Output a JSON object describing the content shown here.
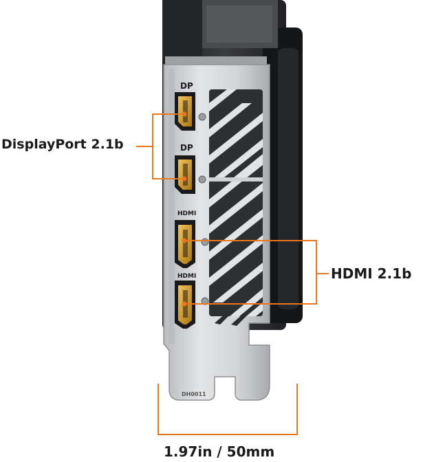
{
  "callouts": {
    "displayport": "DisplayPort 2.1b",
    "hdmi": "HDMI 2.1b",
    "width": "1.97in / 50mm"
  },
  "bracket_markings": {
    "port1": "DP",
    "port2": "DP",
    "port3": "HDMI",
    "port4": "HDMI",
    "part_code": "DH0011"
  },
  "colors": {
    "accent": "#e8761e",
    "bracket": "#c9cbcd",
    "card_body": "#2a2b2d",
    "port_gold": "#d4a23a"
  }
}
